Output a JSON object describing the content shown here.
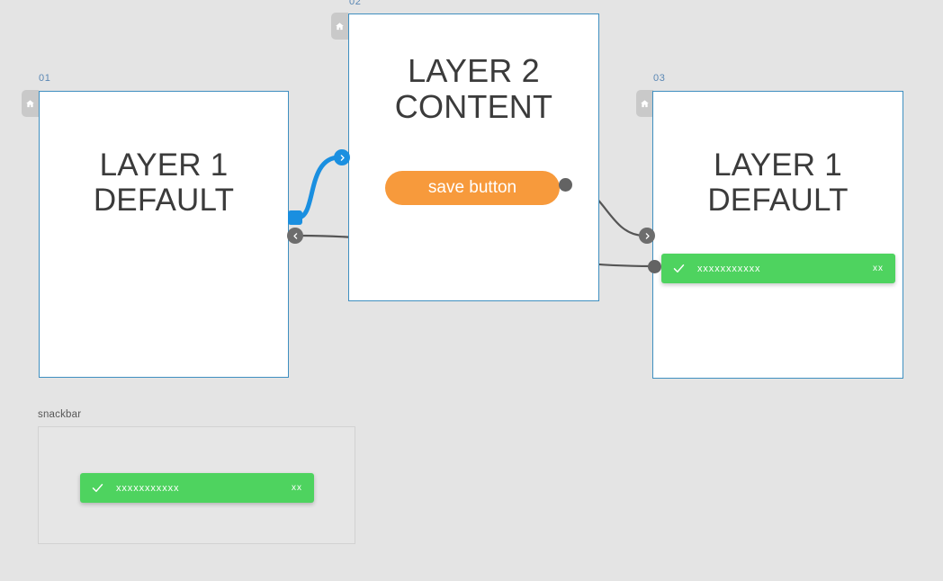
{
  "canvas": {
    "background": "#e4e4e4",
    "accent_blue": "#1a8fe0",
    "card_border": "#3f8fc0",
    "tag_color": "#5a87b4",
    "edge_color": "#555555",
    "orange": "#f79a3c",
    "green": "#4ed35f"
  },
  "cards": [
    {
      "tag": "01",
      "title": "LAYER 1\nDEFAULT",
      "home_icon": "home-icon"
    },
    {
      "tag": "02",
      "title": "LAYER 2\nCONTENT",
      "home_icon": "home-icon"
    },
    {
      "tag": "03",
      "title": "LAYER 1\nDEFAULT",
      "home_icon": "home-icon"
    }
  ],
  "save_button": {
    "label": "save button"
  },
  "snackbar_in_card": {
    "message": "xxxxxxxxxxx",
    "action": "xx",
    "check_icon": "check-icon"
  },
  "snackbar_panel": {
    "label": "snackbar",
    "snackbar": {
      "message": "xxxxxxxxxxx",
      "action": "xx",
      "check_icon": "check-icon"
    }
  },
  "ports": {
    "card1_out_square": "output-port",
    "card1_out_chevron": "output-port-left-chevron",
    "card2_in_chevron": "input-port-right-chevron",
    "card2_save_out": "output-port-dot",
    "card3_in_chevron": "input-port-right-chevron",
    "card3_in_dot": "input-port-dot"
  }
}
